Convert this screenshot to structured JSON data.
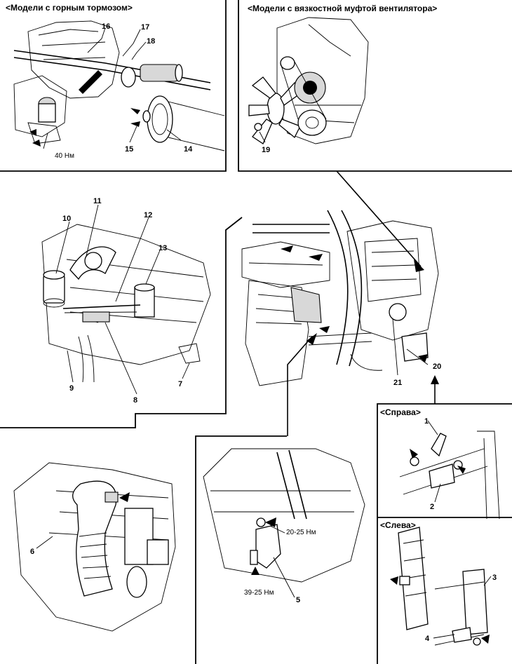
{
  "captions": {
    "mountain_brake": "<Модели с горным тормозом>",
    "viscous_fan": "<Модели с вязкостной муфтой вентилятора>",
    "right": "<Справа>",
    "left": "<Слева>"
  },
  "torques": {
    "t40": "40 Нм",
    "t2025": "20-25 Нм",
    "t3925": "39-25 Нм"
  },
  "callouts": {
    "n1": "1",
    "n2": "2",
    "n3": "3",
    "n4": "4",
    "n5": "5",
    "n6": "6",
    "n7": "7",
    "n8": "8",
    "n9": "9",
    "n10": "10",
    "n11": "11",
    "n12": "12",
    "n13": "13",
    "n14": "14",
    "n15": "15",
    "n16": "16",
    "n17": "17",
    "n18": "18",
    "n19": "19",
    "n20": "20",
    "n21": "21"
  }
}
